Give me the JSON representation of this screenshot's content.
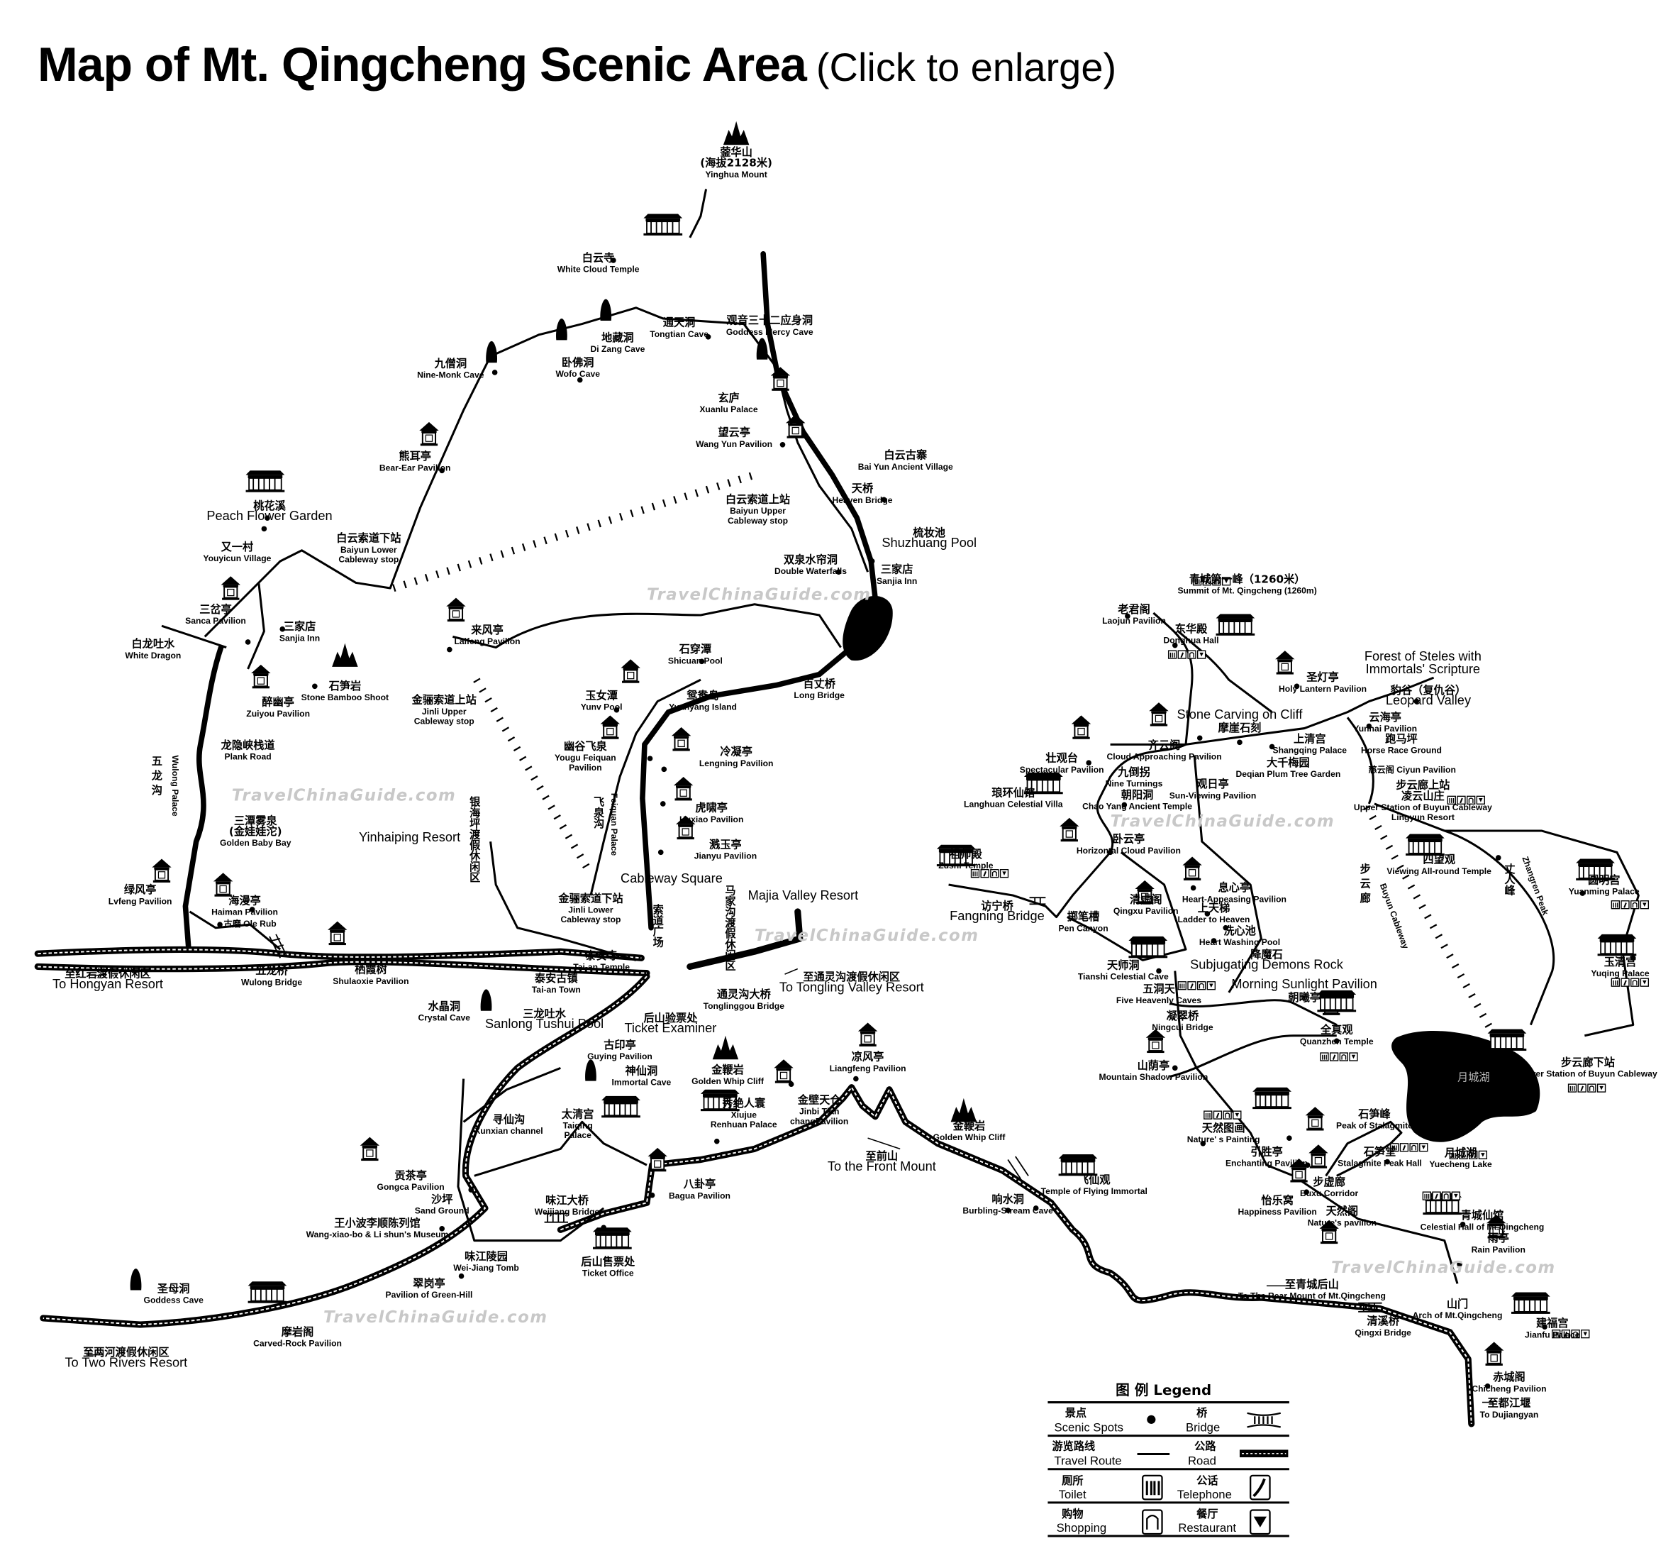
{
  "title": {
    "main": "Map of Mt. Qingcheng Scenic Area",
    "sub": "(Click to enlarge)"
  },
  "watermark": "TravelChinaGuide.com",
  "places": [
    [
      "蓥华山",
      "(海拔2128米)",
      "Yinghua Mount"
    ],
    [
      "白云寺",
      "White Cloud Temple"
    ],
    [
      "通天洞",
      "Tongtian Cave"
    ],
    [
      "观音三十二应身洞",
      "Goddess Mercy Cave"
    ],
    [
      "地藏洞",
      "Di Zang Cave"
    ],
    [
      "卧佛洞",
      "Wofo Cave"
    ],
    [
      "九僧洞",
      "Nine-Monk Cave"
    ],
    [
      "玄庐",
      "Xuanlu Palace"
    ],
    [
      "望云亭",
      "Wang Yun Pavilion"
    ],
    [
      "白云古寨",
      "Bai Yun Ancient Village"
    ],
    [
      "熊耳亭",
      "Bear-Ear Pavilion"
    ],
    [
      "白云索道上站",
      "Baiyun Upper",
      "Cableway stop"
    ],
    [
      "天桥",
      "Heaven Bridge"
    ],
    [
      "桃花溪",
      "Peach Flower Garden"
    ],
    [
      "白云索道下站",
      "Baiyun Lower",
      "Cableway stop"
    ],
    [
      "梳妆池",
      "Shuzhuang Pool"
    ],
    [
      "双泉水帘洞",
      "Double Waterfalls"
    ],
    [
      "三家店",
      "Sanjia Inn"
    ],
    [
      "又一村",
      "Youyicun Village"
    ],
    [
      "三岔亭",
      "Sanca Pavilion"
    ],
    [
      "三家店",
      "Sanjia Inn"
    ],
    [
      "来风亭",
      "Laifeng Pavilion"
    ],
    [
      "白龙吐水",
      "White Dragon"
    ],
    [
      "石笋岩",
      "Stone Bamboo Shoot"
    ],
    [
      "石穿潭",
      "Shicuan Pool"
    ],
    [
      "金骊索道上站",
      "Jinli Upper",
      "Cableway stop"
    ],
    [
      "醉幽亭",
      "Zuiyou Pavilion"
    ],
    [
      "百丈桥",
      "Long Bridge"
    ],
    [
      "玉女潭",
      "Yunv Pool"
    ],
    [
      "鸳鸯岛",
      "Yuanyang Island"
    ],
    [
      "龙隐峡栈道",
      "Plank Road"
    ],
    [
      "幽谷飞泉",
      "Yougu Feiquan",
      "Pavilion"
    ],
    [
      "冷凝亭",
      "Lengning Pavilion"
    ],
    [
      "三潭雾泉",
      "(金娃娃沱)",
      "Golden Baby Bay"
    ],
    [
      "虎啸亭",
      "Huxiao Pavilion"
    ],
    [
      "Yinhaiping Resort"
    ],
    [
      "溅玉亭",
      "Jianyu Pavilion"
    ],
    [
      "Cableway Square"
    ],
    [
      "Majia Valley Resort"
    ],
    [
      "绿风亭",
      "Lvfeng Pavilion"
    ],
    [
      "海漫亭",
      "Haiman Pavilion"
    ],
    [
      "古磨 Ole Rub"
    ],
    [
      "金骊索道下站",
      "Jinli Lower",
      "Cableway stop"
    ],
    [
      "至红岩渡假休闲区",
      "To Hongyan Resort"
    ],
    [
      "五龙桥",
      "Wulong Bridge"
    ],
    [
      "栖霞树",
      "Shulaoxie Pavilion"
    ],
    [
      "泰安寺",
      "Tai-an Temple"
    ],
    [
      "泰安古镇",
      "Tai-an Town"
    ],
    [
      "至通灵沟渡假休闲区",
      "To Tongling Valley Resort"
    ],
    [
      "水晶洞",
      "Crystal Cave"
    ],
    [
      "三龙吐水",
      "Sanlong Tushui Pool"
    ],
    [
      "通灵沟大桥",
      "Tonglinggou Bridge"
    ],
    [
      "后山验票处",
      "Ticket Examiner"
    ],
    [
      "古印亭",
      "Guying Pavilion"
    ],
    [
      "神仙洞",
      "Immortal Cave"
    ],
    [
      "金鞭岩",
      "Golden Whip Cliff"
    ],
    [
      "凉风亭",
      "Liangfeng Pavilion"
    ],
    [
      "金壁天仓",
      "Jinbi Tian",
      "changPavilion"
    ],
    [
      "寻仙沟",
      "Xunxian channel"
    ],
    [
      "太清宫",
      "Taiqing",
      "Palace"
    ],
    [
      "秀绝人寰",
      "Xiujue",
      "Renhuan Palace"
    ],
    [
      "至前山",
      "To the Front Mount"
    ],
    [
      "金鞭岩",
      "Golden Whip Cliff"
    ],
    [
      "贡茶亭",
      "Gongca Pavilion"
    ],
    [
      "八卦亭",
      "Bagua Pavilion"
    ],
    [
      "沙坪",
      "Sand Ground"
    ],
    [
      "味江大桥",
      "Weijiang Bridge"
    ],
    [
      "王小波李顺陈列馆",
      "Wang-xiao-bo & Li shun's Museum"
    ],
    [
      "味江陵园",
      "Wei-Jiang Tomb"
    ],
    [
      "后山售票处",
      "Ticket Office"
    ],
    [
      "翠岗亭",
      "Pavilion of Green-Hill"
    ],
    [
      "圣母洞",
      "Goddess Cave"
    ],
    [
      "摩岩阁",
      "Carved-Rock Pavilion"
    ],
    [
      "至两河渡假休闲区",
      "To Two Rivers Resort"
    ],
    [
      "青城第一峰（1260米）",
      "Summit of Mt. Qingcheng (1260m)"
    ],
    [
      "老君阁",
      "Laojun Pavilion"
    ],
    [
      "东华殿",
      "Donghua Hall"
    ],
    [
      "圣灯亭",
      "Holy Lantern Pavilion"
    ],
    [
      "Forest of Steles with",
      "Immortals' Scripture"
    ],
    [
      "豹谷（复仇谷）",
      "Leopard Valley"
    ],
    [
      "云海亭",
      "Yunhai Pavilion"
    ],
    [
      "Stone Carving on Cliff",
      "摩崖石刻"
    ],
    [
      "跑马坪",
      "Horse Race Ground"
    ],
    [
      "壮观台",
      "Spectacular Pavilion"
    ],
    [
      "齐云阁",
      "Cloud Approaching Pavilion"
    ],
    [
      "上清宫",
      "Shangqing Palace"
    ],
    [
      "大千梅园",
      "Deqian Plum Tree Garden"
    ],
    [
      "慈云阁 Ciyun Pavilion"
    ],
    [
      "九倒拐",
      "Nine Turnings"
    ],
    [
      "观日亭",
      "Sun-Viewing Pavilion"
    ],
    [
      "琅环仙馆",
      "Langhuan Celestial Villa"
    ],
    [
      "朝阳洞",
      "Chao Yang Ancient Temple"
    ],
    [
      "步云廊上站",
      "凌云山庄",
      "Upper Station of Buyun Cableway",
      "Lingyun Resort"
    ],
    [
      "卧云亭",
      "Horizontal Cloud Pavilion"
    ],
    [
      "四望观",
      "Viewing All-round Temple"
    ],
    [
      "圆明宫",
      "Yuanming Palace"
    ],
    [
      "祖师殿",
      "Zushi Temple"
    ],
    [
      "息心亭",
      "Heart-Appeasing Pavilion"
    ],
    [
      "清虚阁",
      "Qingxu Pavilion"
    ],
    [
      "访宁桥",
      "Fangning Bridge"
    ],
    [
      "掷笔槽",
      "Pen Canyon"
    ],
    [
      "上天梯",
      "Ladder to Heaven"
    ],
    [
      "洗心池",
      "Heart Washing Pool"
    ],
    [
      "降魔石",
      "Subjugating Demons Rock"
    ],
    [
      "玉清宫",
      "Yuqing Palace"
    ],
    [
      "天师洞",
      "Tianshi Celestial Cave"
    ],
    [
      "Morning Sunlight Pavilion",
      "朝曦亭"
    ],
    [
      "五洞天",
      "Five Heavenly Caves"
    ],
    [
      "凝翠桥",
      "Ningcui Bridge"
    ],
    [
      "全真观",
      "Quanzhen Temple"
    ],
    [
      "步云廊下站",
      "Lower Station of Buyun Cableway"
    ],
    [
      "山荫亭",
      "Mountain Shadow Pavilion"
    ],
    [
      "石笋峰",
      "Peak of Stalagmite"
    ],
    [
      "天然图画",
      "Nature' s Painting"
    ],
    [
      "引胜亭",
      "Enchanting Pavilion"
    ],
    [
      "石笋堂",
      "Stalagmite Peak Hall"
    ],
    [
      "月城湖",
      "Yuecheng Lake"
    ],
    [
      "步虚廊",
      "Buxu Corridor"
    ],
    [
      "怡乐窝",
      "Happiness Pavilion"
    ],
    [
      "天然阁",
      "Nature's pavilion"
    ],
    [
      "飞仙观",
      "Temple of Flying Immortal"
    ],
    [
      "响水洞",
      "Burbling-Stream Cave"
    ],
    [
      "青城仙馆",
      "Celestial Hall of Mt.Qingcheng"
    ],
    [
      "雨亭",
      "Rain Pavilion"
    ],
    [
      "至青城后山",
      "To The Rear Mount of Mt.Qingcheng"
    ],
    [
      "山门",
      "Arch of Mt.Qingcheng"
    ],
    [
      "清溪桥",
      "Qingxi Bridge"
    ],
    [
      "建福宫",
      "Jianfu Palace"
    ],
    [
      "赤城阁",
      "Chicheng Pavilion"
    ],
    [
      "至都江堰",
      "To Dujiangyan"
    ]
  ],
  "vertical_labels": [
    "五 龙 沟",
    "Wulong Palace",
    "银海坪渡假休闲区",
    "飞泉沟",
    "Feiquan Palace",
    "马家沟渡假休闲区",
    "索道广场",
    "步 云 廊",
    "Buyun Cableway",
    "丈人峰",
    "Zhangren Peak"
  ],
  "lake_label": "月城湖",
  "legend": {
    "title": "图  例  Legend",
    "items": [
      {
        "zh": "景点",
        "en": "Scenic Spots",
        "icon": "dot-icon"
      },
      {
        "zh": "桥",
        "en": "Bridge",
        "icon": "bridge-icon"
      },
      {
        "zh": "游览路线",
        "en": "Travel Route",
        "icon": "route-line-icon"
      },
      {
        "zh": "公路",
        "en": "Road",
        "icon": "road-icon"
      },
      {
        "zh": "厕所",
        "en": "Toilet",
        "icon": "toilet-icon"
      },
      {
        "zh": "公话",
        "en": "Telephone",
        "icon": "telephone-icon"
      },
      {
        "zh": "购物",
        "en": "Shopping",
        "icon": "shopping-icon"
      },
      {
        "zh": "餐厅",
        "en": "Restaurant",
        "icon": "restaurant-icon"
      }
    ]
  }
}
